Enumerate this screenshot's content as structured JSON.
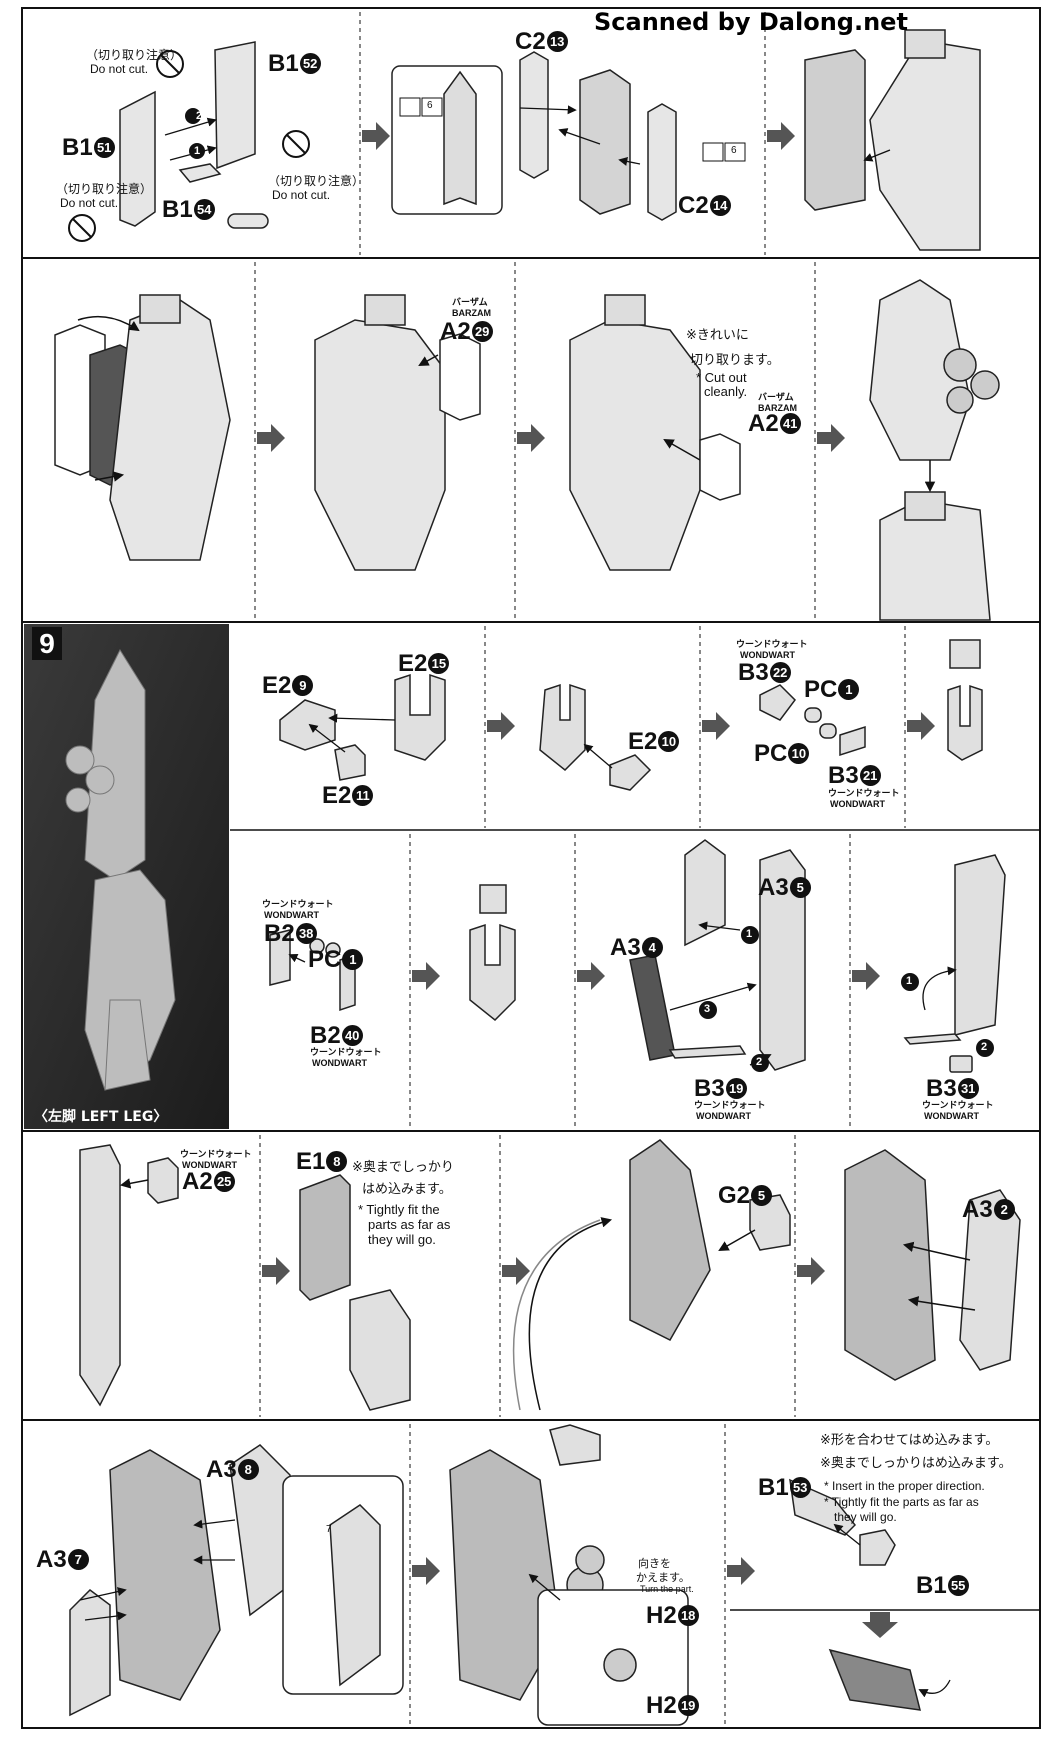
{
  "watermark": "Scanned by Dalong.net",
  "step_number": "9",
  "left_leg": "〈左脚 LEFT LEG〉",
  "labels": {
    "b1_51": "B1",
    "b1_51_n": "51",
    "b1_52": "B1",
    "b1_52_n": "52",
    "b1_54": "B1",
    "b1_54_n": "54",
    "c2_13": "C2",
    "c2_13_n": "13",
    "c2_14": "C2",
    "c2_14_n": "14",
    "a2_29": "A2",
    "a2_29_n": "29",
    "a2_41": "A2",
    "a2_41_n": "41",
    "e2_9": "E2",
    "e2_9_n": "9",
    "e2_15": "E2",
    "e2_15_n": "15",
    "e2_11": "E2",
    "e2_11_n": "11",
    "e2_10": "E2",
    "e2_10_n": "10",
    "b3_22": "B3",
    "b3_22_n": "22",
    "pc_1a": "PC",
    "pc_1a_n": "1",
    "pc_10": "PC",
    "pc_10_n": "10",
    "b3_21": "B3",
    "b3_21_n": "21",
    "b2_38": "B2",
    "b2_38_n": "38",
    "pc_1b": "PC",
    "pc_1b_n": "1",
    "b2_40": "B2",
    "b2_40_n": "40",
    "a3_4": "A3",
    "a3_4_n": "4",
    "a3_5": "A3",
    "a3_5_n": "5",
    "b3_19": "B3",
    "b3_19_n": "19",
    "b3_31": "B3",
    "b3_31_n": "31",
    "a2_25": "A2",
    "a2_25_n": "25",
    "e1_8": "E1",
    "e1_8_n": "8",
    "g2_5": "G2",
    "g2_5_n": "5",
    "a3_2": "A3",
    "a3_2_n": "2",
    "a3_8": "A3",
    "a3_8_n": "8",
    "a3_7": "A3",
    "a3_7_n": "7",
    "b1_53": "B1",
    "b1_53_n": "53",
    "b1_55": "B1",
    "b1_55_n": "55",
    "h2_18": "H2",
    "h2_18_n": "18",
    "h2_19": "H2",
    "h2_19_n": "19"
  },
  "sub": {
    "barzam": "バーザム",
    "barzam_en": "BARZAM",
    "wondwart": "ウーンドウォート",
    "wondwart_en": "WONDWART"
  },
  "notes": {
    "do_not_cut_jp": "（切り取り注意）",
    "do_not_cut_en": "Do not cut.",
    "cut_clean_jp1": "※きれいに",
    "cut_clean_jp2": "切り取ります。",
    "cut_clean_en1": "* Cut out",
    "cut_clean_en2": "cleanly.",
    "tight_jp1": "※奥までしっかり",
    "tight_jp2": "はめ込みます。",
    "tight_en1": "* Tightly fit the",
    "tight_en2": "parts as far as",
    "tight_en3": "they will go.",
    "shape_jp": "※形を合わせてはめ込みます。",
    "deep_jp": "※奥までしっかりはめ込みます。",
    "insert_en": "* Insert in the proper direction.",
    "tight2_en1": "* Tightly fit the parts as far as",
    "tight2_en2": "they will go.",
    "turn_jp1": "向きを",
    "turn_jp2": "かえます。",
    "turn_en": "Turn the part."
  },
  "tool_numbers": {
    "six_a": "6",
    "six_b": "6",
    "seven": "7"
  },
  "steps": {
    "one": "1",
    "two": "2",
    "three": "3"
  }
}
